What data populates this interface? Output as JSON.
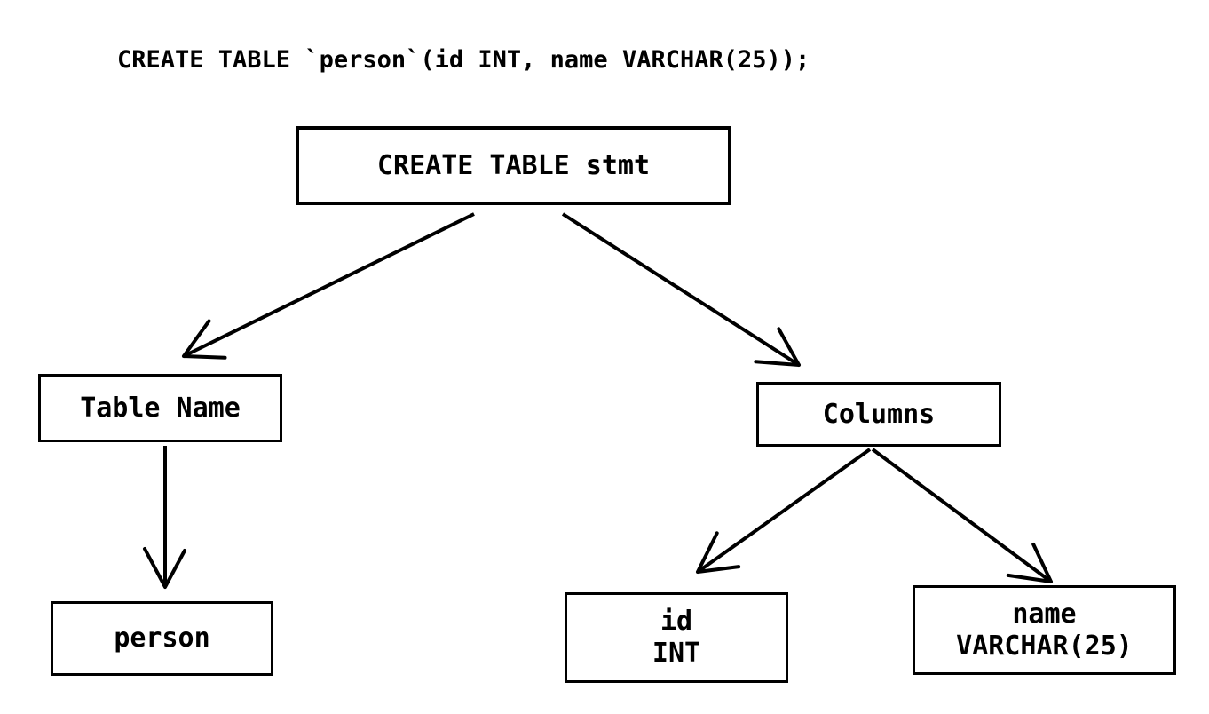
{
  "page": {
    "background_color": "#ffffff",
    "ink_color": "#000000"
  },
  "sql_statement": "CREATE TABLE `person`(id INT, name VARCHAR(25));",
  "tree": {
    "nodes": {
      "root": {
        "label": "CREATE TABLE stmt"
      },
      "table_name": {
        "label": "Table Name"
      },
      "columns": {
        "label": "Columns"
      },
      "person": {
        "label": "person"
      },
      "id_col": {
        "line1": "id",
        "line2": "INT"
      },
      "name_col": {
        "line1": "name",
        "line2": "VARCHAR(25)"
      }
    },
    "edges": [
      {
        "from": "root",
        "to": "table_name"
      },
      {
        "from": "root",
        "to": "columns"
      },
      {
        "from": "table_name",
        "to": "person"
      },
      {
        "from": "columns",
        "to": "id_col"
      },
      {
        "from": "columns",
        "to": "name_col"
      }
    ]
  }
}
